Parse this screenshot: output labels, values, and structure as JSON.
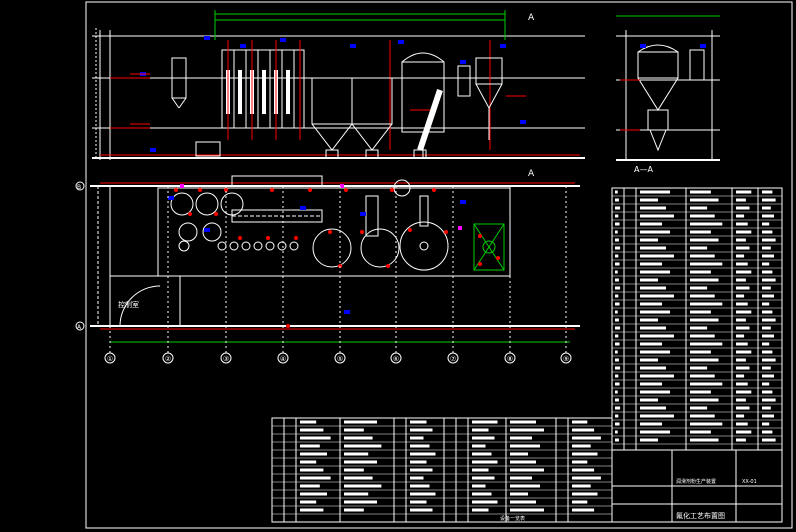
{
  "drawing": {
    "section_mark_top": "A",
    "section_mark_mid": "A",
    "section_view_label": "A—A",
    "control_room_label": "控制室",
    "axis_labels_left": [
      "B",
      "A"
    ],
    "axis_labels_bottom": [
      "①",
      "②",
      "③",
      "④",
      "⑤",
      "⑥",
      "⑦",
      "⑧",
      "⑨"
    ]
  },
  "title_block": {
    "project": "润滑剂粉生产装置",
    "drawing_title": "氟化工艺布置图",
    "drawing_no": "XX-01",
    "bottom_note": "设备一览表"
  },
  "colors": {
    "background": "#000000",
    "structure": "#ffffff",
    "equipment": "#ffffff",
    "dimension": "#00cc00",
    "annotation": "#ff0000",
    "tag": "#0000ff",
    "accent": "#ff00ff"
  }
}
